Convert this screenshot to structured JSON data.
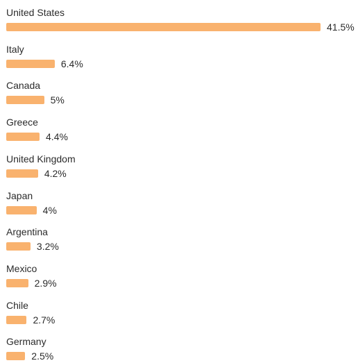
{
  "colors": {
    "bar": "#f9b26e",
    "text": "#2b2b2b"
  },
  "chart_data": {
    "type": "bar",
    "orientation": "horizontal",
    "unit": "%",
    "categories": [
      "United States",
      "Italy",
      "Canada",
      "Greece",
      "United Kingdom",
      "Japan",
      "Argentina",
      "Mexico",
      "Chile",
      "Germany"
    ],
    "values": [
      41.5,
      6.4,
      5,
      4.4,
      4.2,
      4,
      3.2,
      2.9,
      2.7,
      2.5
    ],
    "value_labels": [
      "41.5%",
      "6.4%",
      "5%",
      "4.4%",
      "4.2%",
      "4%",
      "3.2%",
      "2.9%",
      "2.7%",
      "2.5%"
    ],
    "title": "",
    "xlabel": "",
    "ylabel": "",
    "grid": false,
    "legend": "none"
  }
}
